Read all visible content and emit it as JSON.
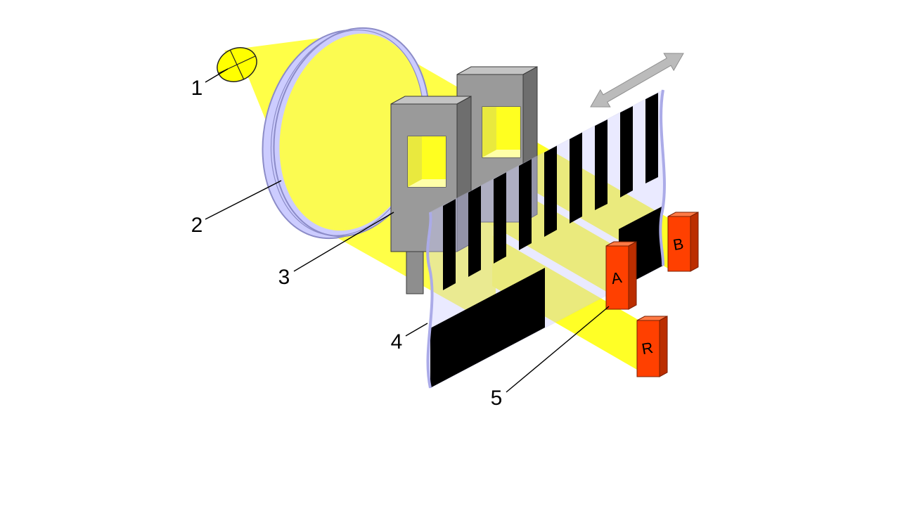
{
  "figure": {
    "callouts": {
      "c1": "1",
      "c2": "2",
      "c3": "3",
      "c4": "4",
      "c5": "5"
    },
    "detectors": {
      "a": "A",
      "b": "B",
      "r": "R"
    },
    "icons": {
      "direction_arrow": "double-headed-arrow"
    },
    "colors": {
      "light": "#FFFF3D",
      "beam": "#FFFF26",
      "bulb": "#FFFF00",
      "lens": "#CCCCFF",
      "lens_edge": "#8C8CC8",
      "mask": "#9A9A9A",
      "mask_top": "#C4C4C4",
      "mask_side": "#6E6E6E",
      "film": "#CCCCFF",
      "film_edge": "#ABABE8",
      "stripe": "#000000",
      "detector": "#FF4000",
      "detector_top": "#FF7A45",
      "detector_side": "#BB2E00",
      "arrow": "#BBBBBB",
      "label": "#000000"
    }
  }
}
